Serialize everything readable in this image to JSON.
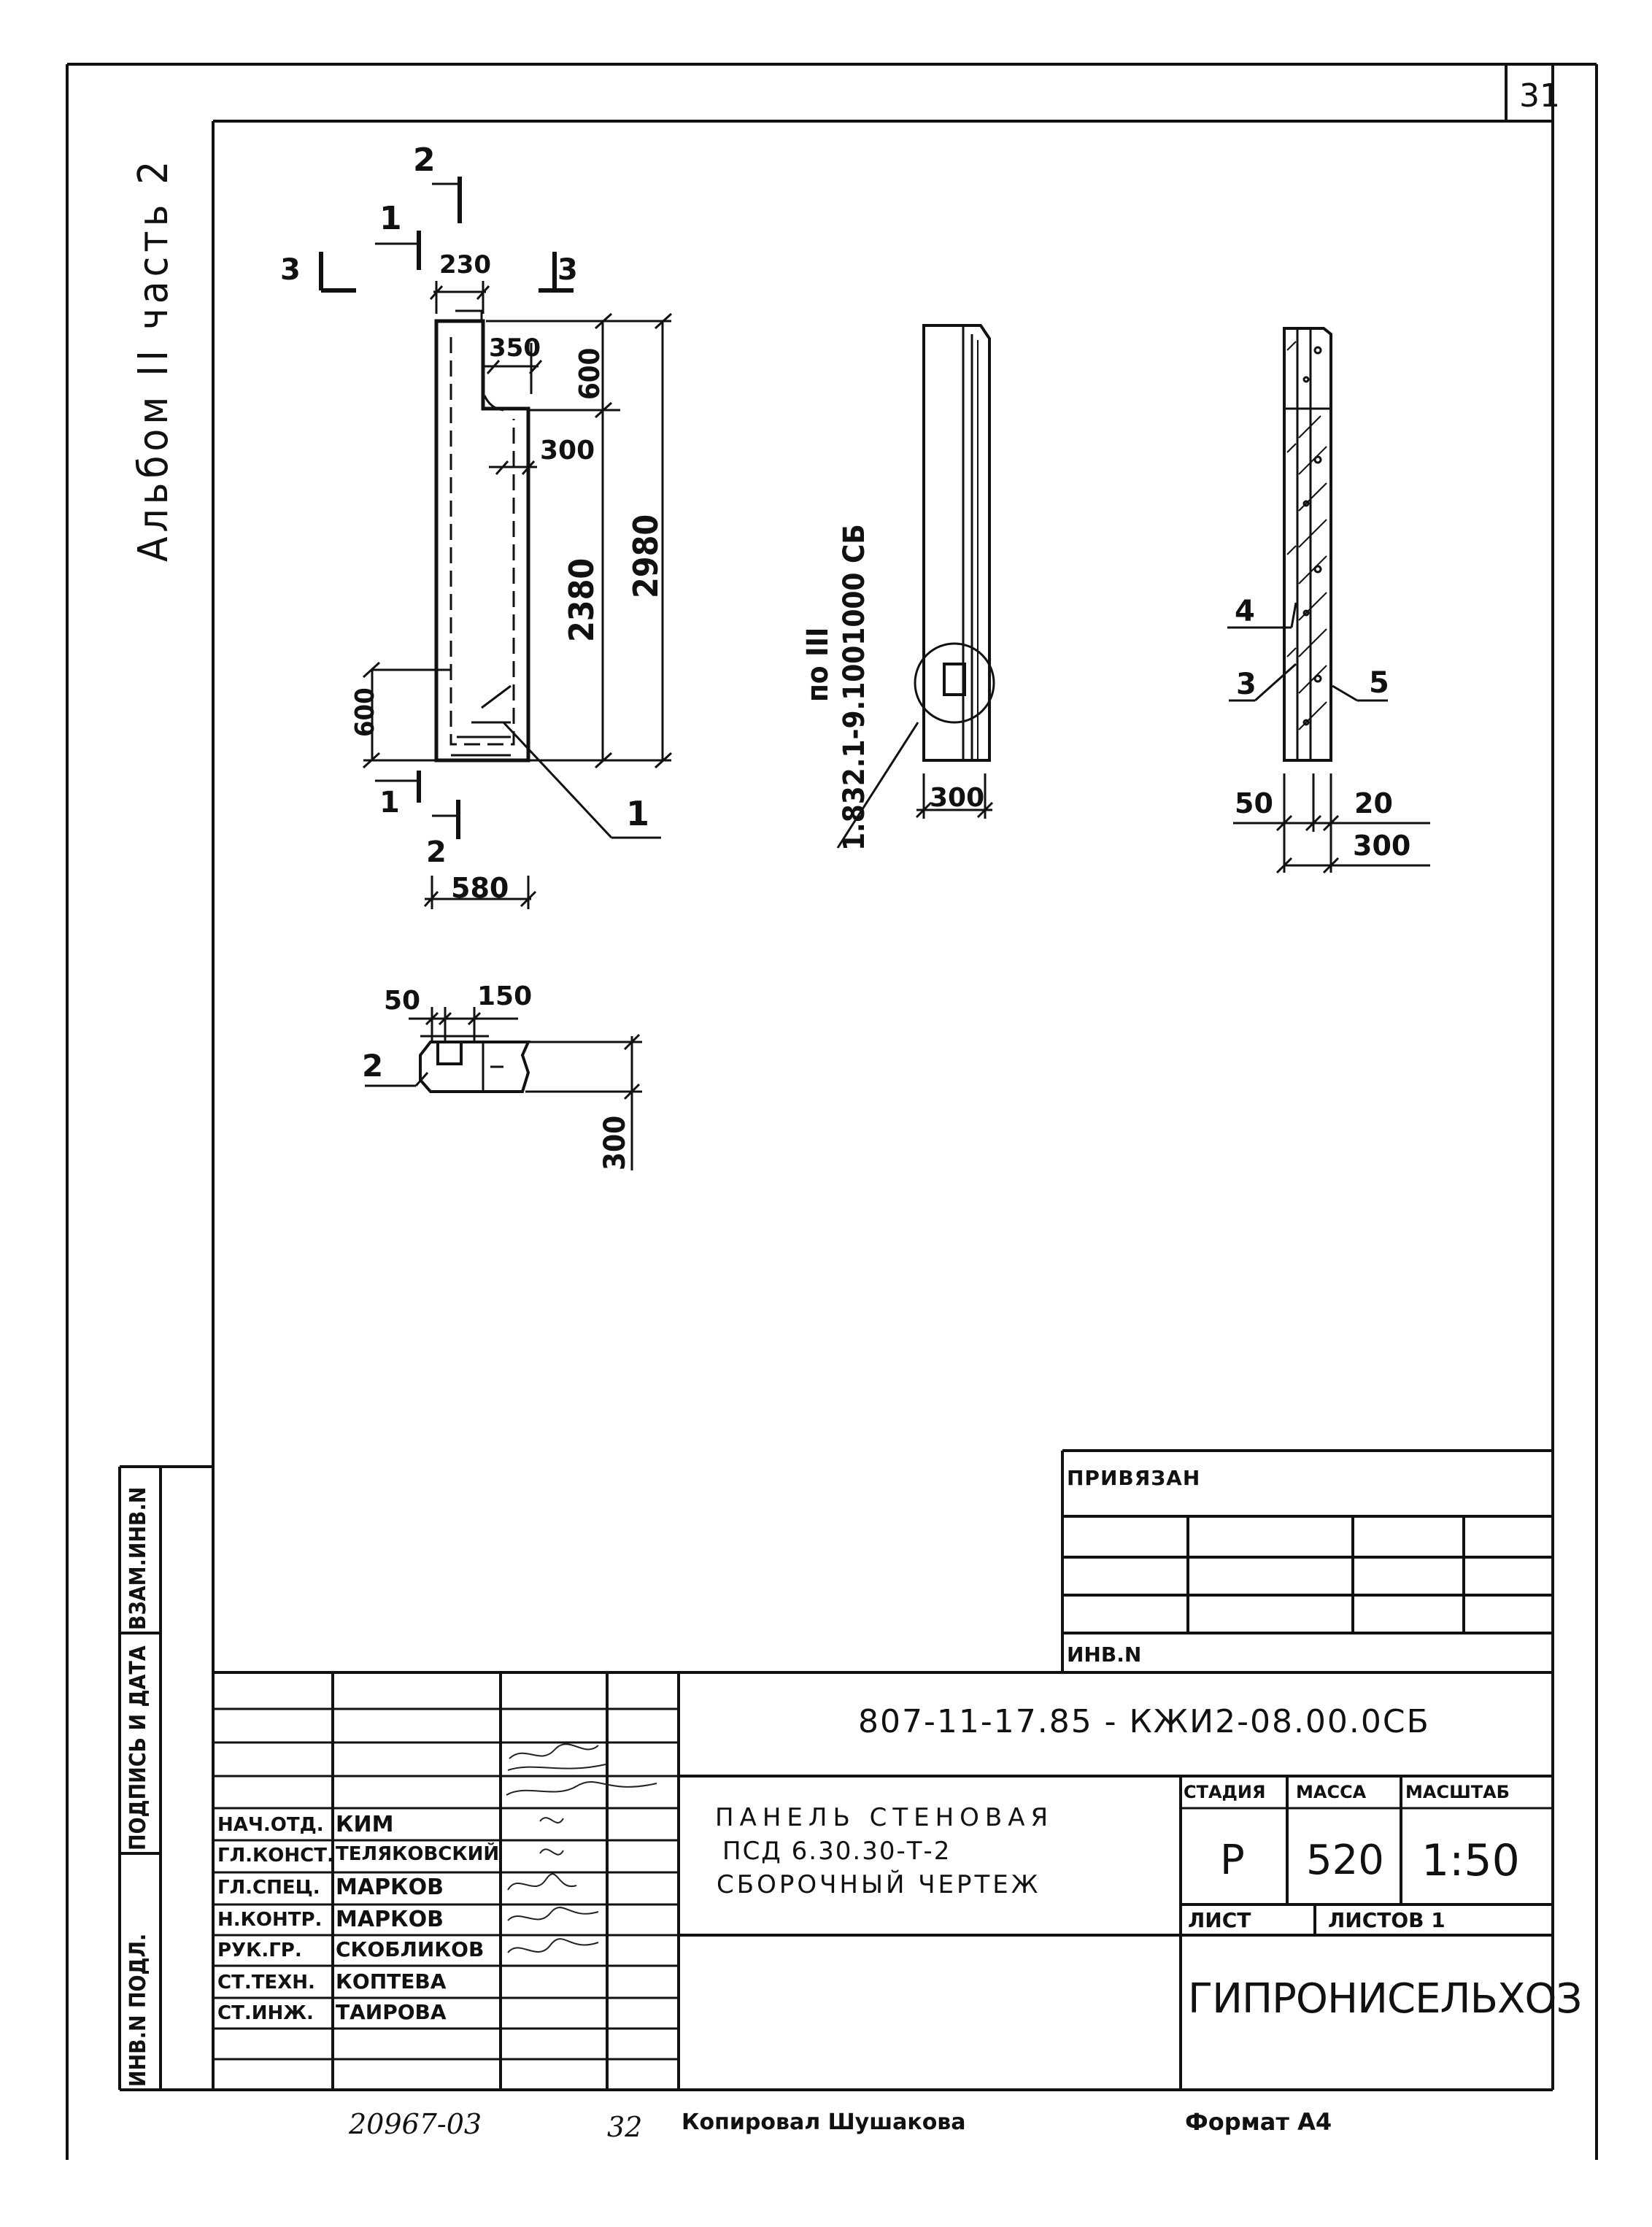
{
  "sheet_number": "31",
  "album_caption": "Альбом II часть 2",
  "drawing1": {
    "dims": [
      "230",
      "350",
      "600",
      "300",
      "2380",
      "2980",
      "600",
      "580"
    ],
    "section_marks": [
      "1",
      "1",
      "2",
      "2",
      "3",
      "3"
    ],
    "callout": "1"
  },
  "drawing2": {
    "reference": "по III",
    "reference_code": "1.832.1-9.1001000 СБ",
    "dim": "300"
  },
  "drawing3": {
    "callouts": [
      "4",
      "3",
      "5"
    ],
    "dims": [
      "50",
      "20",
      "300"
    ]
  },
  "drawing4": {
    "dims": [
      "50",
      "150",
      "300"
    ],
    "callout": "2"
  },
  "binding_box": {
    "title": "ПРИВЯЗАН",
    "inv_label": "ИНВ.N"
  },
  "side_stamp": {
    "cells": [
      "ИНВ.N ПОДЛ.",
      "ПОДПИСЬ И ДАТА",
      "ВЗАМ.ИНВ.N"
    ]
  },
  "title_block": {
    "document_code": "807-11-17.85 - КЖИ2-08.00.0СБ",
    "name_line1": "ПАНЕЛЬ СТЕНОВАЯ",
    "name_line2": "ПСД 6.30.30-Т-2",
    "name_line3": "СБОРОЧНЫЙ ЧЕРТЕЖ",
    "stage_header": "СТАДИЯ",
    "mass_header": "МАССА",
    "scale_header": "МАСШТАБ",
    "stage": "Р",
    "mass": "520",
    "scale": "1:50",
    "sheet_label": "ЛИСТ",
    "sheets_label": "ЛИСТОВ 1",
    "organization": "ГИПРОНИСЕЛЬХОЗ",
    "staff": [
      {
        "role": "НАЧ.ОТД.",
        "name": "КИМ"
      },
      {
        "role": "ГЛ.КОНСТ.",
        "name": "ТЕЛЯКОВСКИЙ"
      },
      {
        "role": "ГЛ.СПЕЦ.",
        "name": "МАРКОВ"
      },
      {
        "role": "Н.КОНТР.",
        "name": "МАРКОВ"
      },
      {
        "role": "РУК.ГР.",
        "name": "СКОБЛИКОВ"
      },
      {
        "role": "СТ.ТЕХН.",
        "name": "КОПТЕВА"
      },
      {
        "role": "СТ.ИНЖ.",
        "name": "ТАИРОВА"
      }
    ]
  },
  "footer": {
    "order_number": "20967-03",
    "page_number": "32",
    "copied_by": "Копировал Шушакова",
    "format": "Формат А4"
  }
}
